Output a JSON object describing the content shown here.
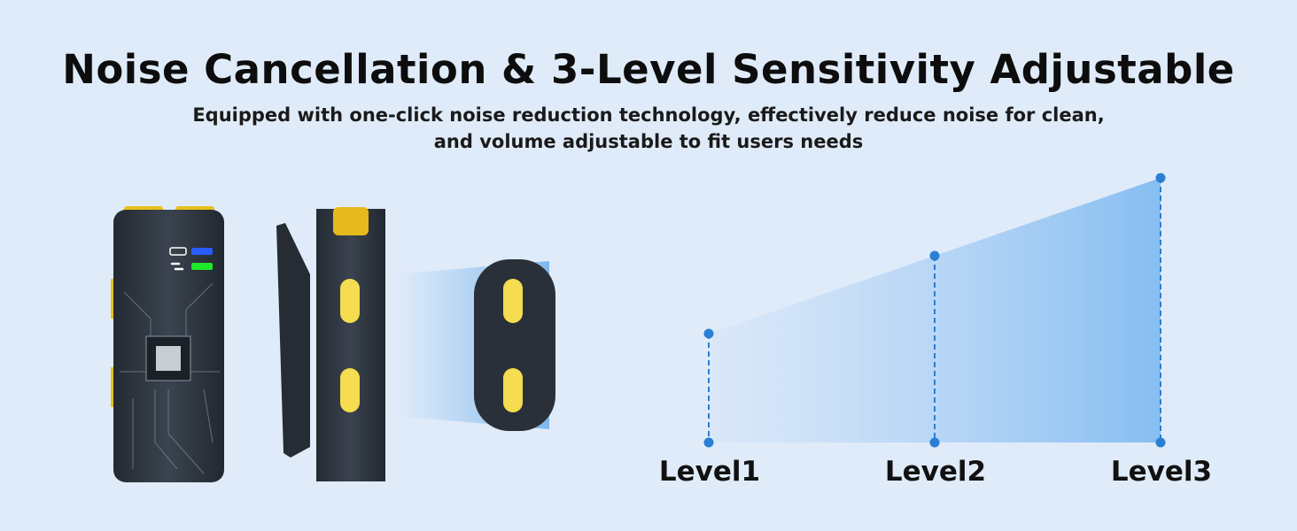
{
  "header": {
    "title": "Noise Cancellation & 3-Level Sensitivity Adjustable",
    "subtitle_line1": "Equipped with one-click noise reduction technology, effectively reduce noise for clean,",
    "subtitle_line2": "and volume adjustable to fit users needs"
  },
  "levels": [
    {
      "label": "Level1",
      "relative_sensitivity": 1
    },
    {
      "label": "Level2",
      "relative_sensitivity": 2
    },
    {
      "label": "Level3",
      "relative_sensitivity": 3
    }
  ],
  "colors": {
    "background": "#e0ebf9",
    "accent_blue": "#2a7fd4",
    "device_body": "#2d3540",
    "button_yellow": "#f5dc50",
    "led_blue": "#2a5cff",
    "led_green": "#1fe82a"
  },
  "icons": [
    "battery-icon",
    "link-icon"
  ]
}
